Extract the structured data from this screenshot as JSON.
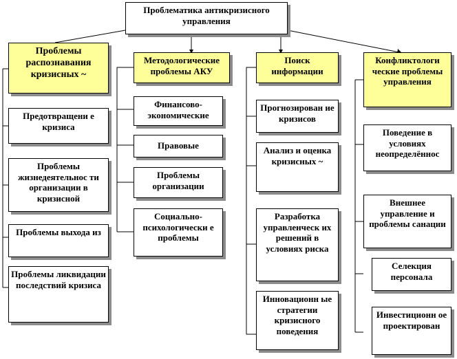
{
  "colors": {
    "highlight": "#ffff99",
    "box": "#ffffff",
    "border": "#000000",
    "shadow": "#8c8c8c"
  },
  "root": {
    "label": "Проблематика антикризисного управления"
  },
  "columns": [
    {
      "header": "Проблемы распознавания кризисных ~",
      "items": [
        "Предотвращени е кризиса",
        "Проблемы жизнедеятельнос ти организации в кризисной",
        "Проблемы выхода из",
        "Проблемы ликвидации последствий кризиса"
      ]
    },
    {
      "header": "Методологические проблемы АКУ",
      "items": [
        "Финансово-экономические",
        "Правовые",
        "Проблемы организации",
        "Социально-психологически е проблемы"
      ]
    },
    {
      "header": "Поиск информации",
      "items": [
        "Прогнозирован ие кризисов",
        "Анализ и оценка кризисных ~",
        "Разработка управленческ их решений в условиях риска",
        "Инновационн ые стратегии кризисного поведения"
      ]
    },
    {
      "header": "Конфликтологи ческие проблемы управления",
      "items": [
        "Поведение в условиях неопределённос",
        "Внешнее управление и проблемы санации",
        "Селекция персонала",
        "Инвестиционн ое проектирован"
      ]
    }
  ]
}
